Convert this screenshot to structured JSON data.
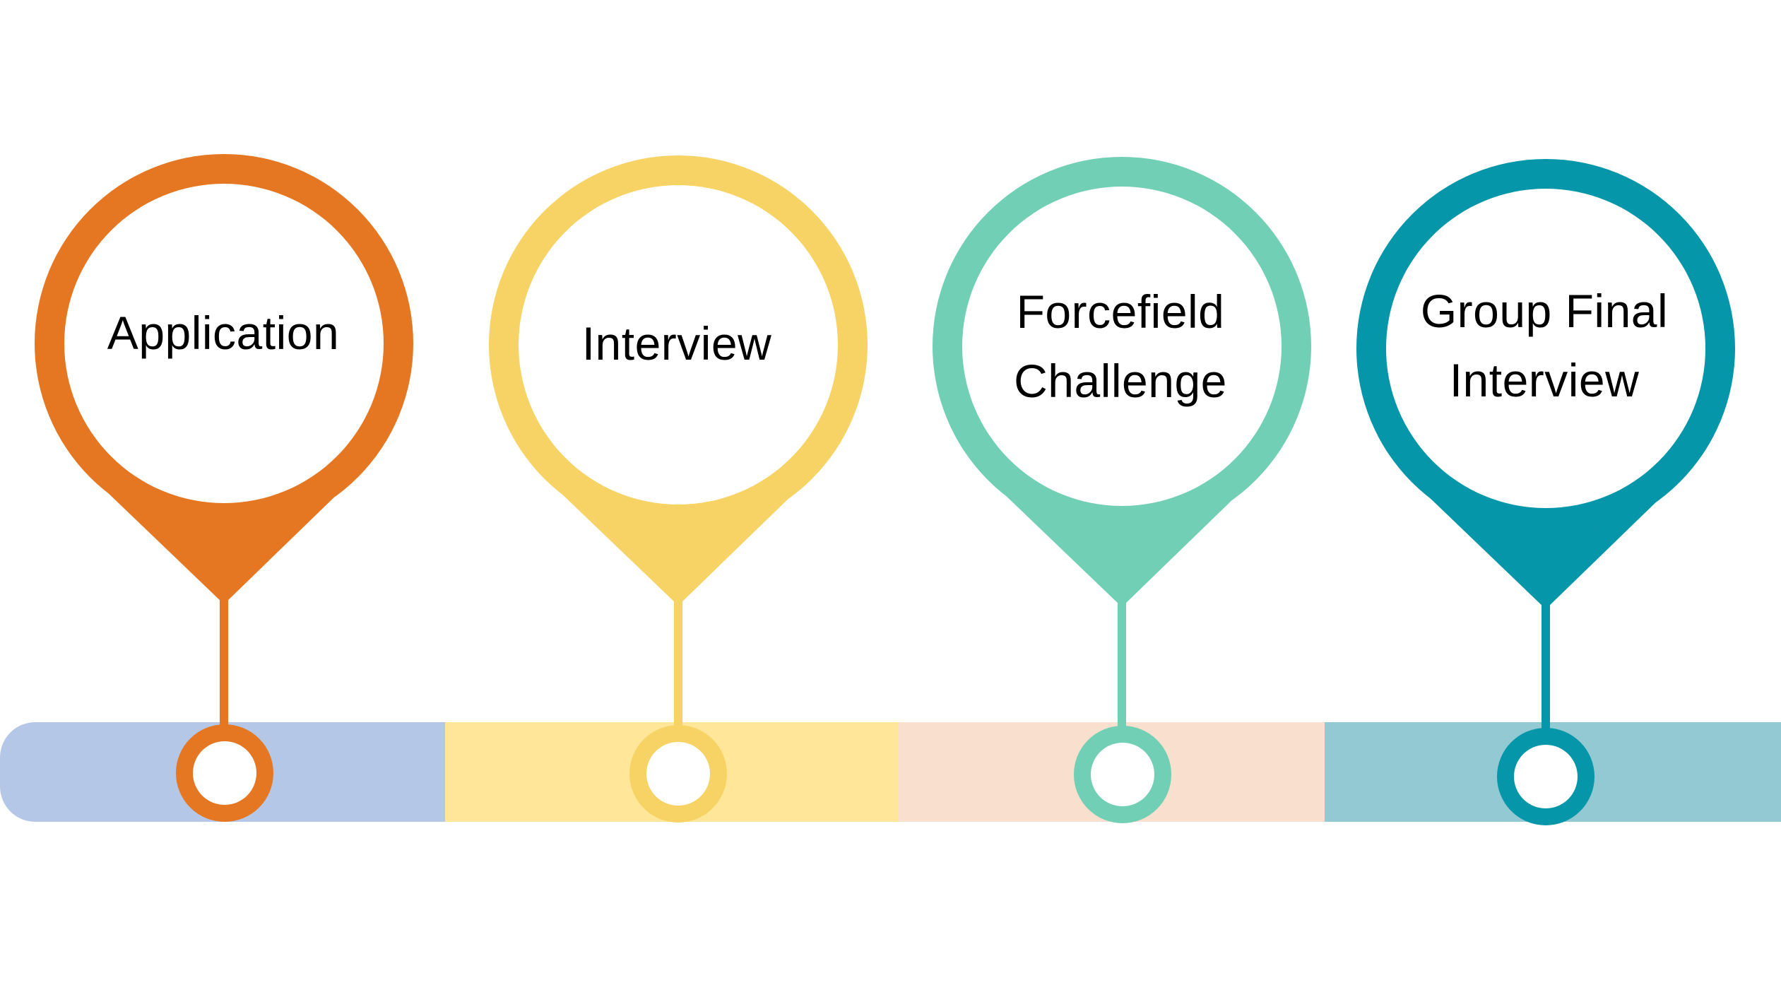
{
  "diagram": {
    "type": "timeline-pins",
    "background": "#FFFFFF",
    "bar": {
      "segments": [
        {
          "color": "#B4C7E7"
        },
        {
          "color": "#FFE699"
        },
        {
          "color": "#F9DFCD"
        },
        {
          "color": "#93C9D3"
        }
      ]
    },
    "steps": [
      {
        "lines": [
          "Application"
        ],
        "color": "#E67722"
      },
      {
        "lines": [
          "Interview"
        ],
        "color": "#F7D366"
      },
      {
        "lines": [
          "Forcefield",
          "Challenge"
        ],
        "color": "#70CFB4"
      },
      {
        "lines": [
          "Group Final",
          "Interview"
        ],
        "color": "#0696A9"
      }
    ]
  }
}
